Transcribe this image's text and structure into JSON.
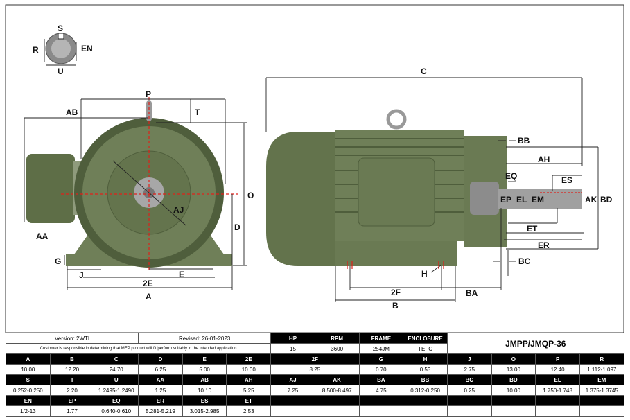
{
  "drawing": {
    "colors": {
      "motor": "#6f7f58",
      "motor_dark": "#4f5e3c",
      "shaft": "#9a9a9a",
      "dimension": "#222222",
      "centerline": "#e0201a"
    },
    "shaft_detail_labels": [
      "S",
      "R",
      "EN",
      "U"
    ],
    "front_view_labels": [
      "P",
      "AB",
      "T",
      "O",
      "D",
      "AJ",
      "AA",
      "G",
      "J",
      "2E",
      "E",
      "A"
    ],
    "side_view_labels": [
      "C",
      "BB",
      "AH",
      "EQ",
      "ES",
      "EP",
      "EL",
      "EM",
      "AK",
      "BD",
      "ET",
      "ER",
      "BC",
      "H",
      "2F",
      "BA",
      "B"
    ]
  },
  "header": {
    "version": "Version: 2WTI",
    "revised": "Revised: 26-01-2023",
    "note": "Customer is responsible in determining that MEP product will fit/perform suitably in the intended application",
    "model": "JMPP/JMQP-36",
    "specs": [
      {
        "label": "HP",
        "value": "15"
      },
      {
        "label": "RPM",
        "value": "3600"
      },
      {
        "label": "FRAME",
        "value": "254JM"
      },
      {
        "label": "ENCLOSURE",
        "value": "TEFC"
      }
    ]
  },
  "rows": [
    {
      "labels": [
        "A",
        "B",
        "C",
        "D",
        "E",
        "2E",
        "2F",
        "G",
        "H",
        "J",
        "O",
        "P",
        "R"
      ],
      "values": [
        "10.00",
        "12.20",
        "24.70",
        "6.25",
        "5.00",
        "10.00",
        "8.25",
        "0.70",
        "0.53",
        "2.75",
        "13.00",
        "12.40",
        "1.112-1.097"
      ]
    },
    {
      "labels": [
        "S",
        "T",
        "U",
        "AA",
        "AB",
        "AH",
        "AJ",
        "AK",
        "BA",
        "BB",
        "BC",
        "BD",
        "EL",
        "EM"
      ],
      "values": [
        "0.252-0.250",
        "2.20",
        "1.2495-1.2490",
        "1.25",
        "10.10",
        "5.25",
        "7.25",
        "8.500-8.497",
        "4.75",
        "0.312-0.250",
        "0.25",
        "10.00",
        "1.750-1.748",
        "1.375-1.3745"
      ]
    },
    {
      "labels": [
        "EN",
        "EP",
        "EQ",
        "ER",
        "ES",
        "ET",
        "",
        "",
        "",
        "",
        "",
        "",
        "",
        ""
      ],
      "values": [
        "1/2-13",
        "1.77",
        "0.640-0.610",
        "5.281-5.219",
        "3.015-2.985",
        "2.53",
        "",
        "",
        "",
        "",
        "",
        "",
        "",
        ""
      ]
    }
  ]
}
